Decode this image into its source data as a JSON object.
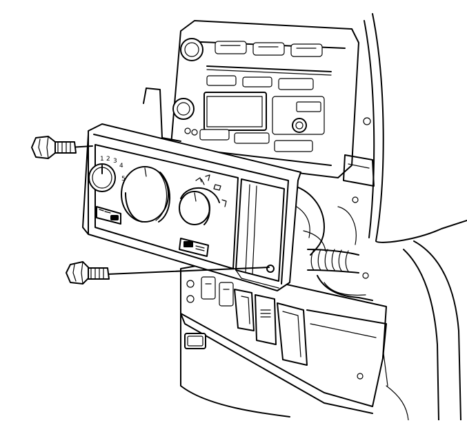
{
  "figure": {
    "knob_scale_labels": [
      "1",
      "2",
      "3",
      "4",
      "5"
    ],
    "icons": {
      "bolt_upper": "hex-bolt-icon",
      "bolt_lower": "hex-bolt-icon",
      "fan_knob": "fan-speed-knob",
      "temp_knob": "temperature-knob",
      "mode_knob": "air-mode-knob",
      "ac_button": "ac-button-icon",
      "rear_defrost_button": "rear-defrost-icon"
    },
    "colors": {
      "line": "#000000",
      "background": "#ffffff"
    }
  }
}
